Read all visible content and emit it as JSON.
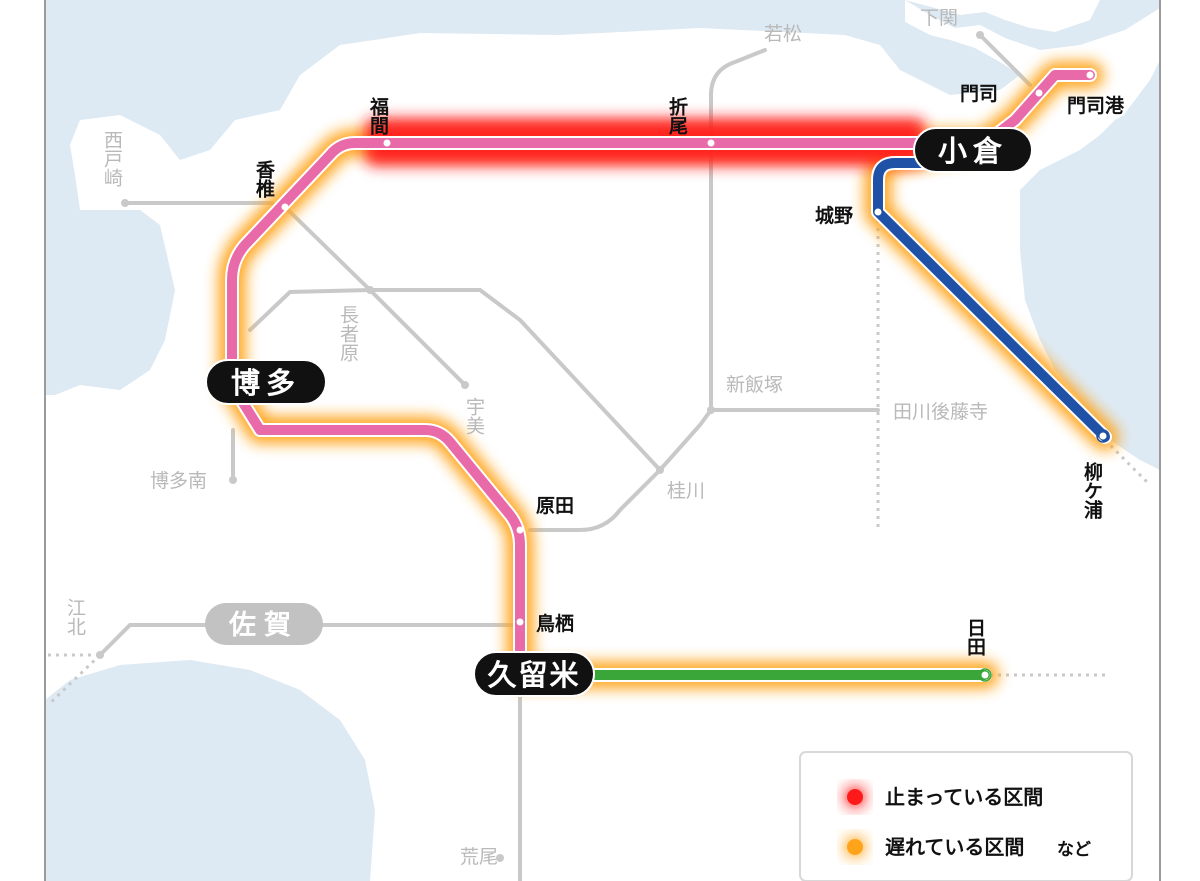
{
  "stations": {
    "fukuma": "福間",
    "orio": "折尾",
    "wakamatsu": "若松",
    "shimonoseki": "下関",
    "moji": "門司",
    "mojiko": "門司港",
    "kokura": "小倉",
    "kashii": "香椎",
    "nishitozaki": "西戸崎",
    "jono": "城野",
    "nagasabaru": "長者原",
    "umi": "宇美",
    "shiniizuka": "新飯塚",
    "tagawagotoji": "田川後藤寺",
    "hakata": "博多",
    "hakataminami": "博多南",
    "keisen": "桂川",
    "harada": "原田",
    "yanagigaura": "柳ケ浦",
    "kouhoku": "江北",
    "saga": "佐賀",
    "tosu": "鳥栖",
    "kurume": "久留米",
    "hita": "日田",
    "arao": "荒尾"
  },
  "legend": {
    "stopped": "止まっている区間",
    "delayed": "遅れている区間",
    "delayed_suffix": "など"
  },
  "colors": {
    "water": "#dde9f3",
    "stopped_glow": "#ff1a1a",
    "delayed_glow": "#ffa41a",
    "line_pink": "#e86aa8",
    "line_blue": "#1f52a6",
    "line_green": "#3aa63a",
    "gray_line": "#c9c9c9",
    "station_box": "#111111",
    "saga_box": "#c2c2c2"
  }
}
